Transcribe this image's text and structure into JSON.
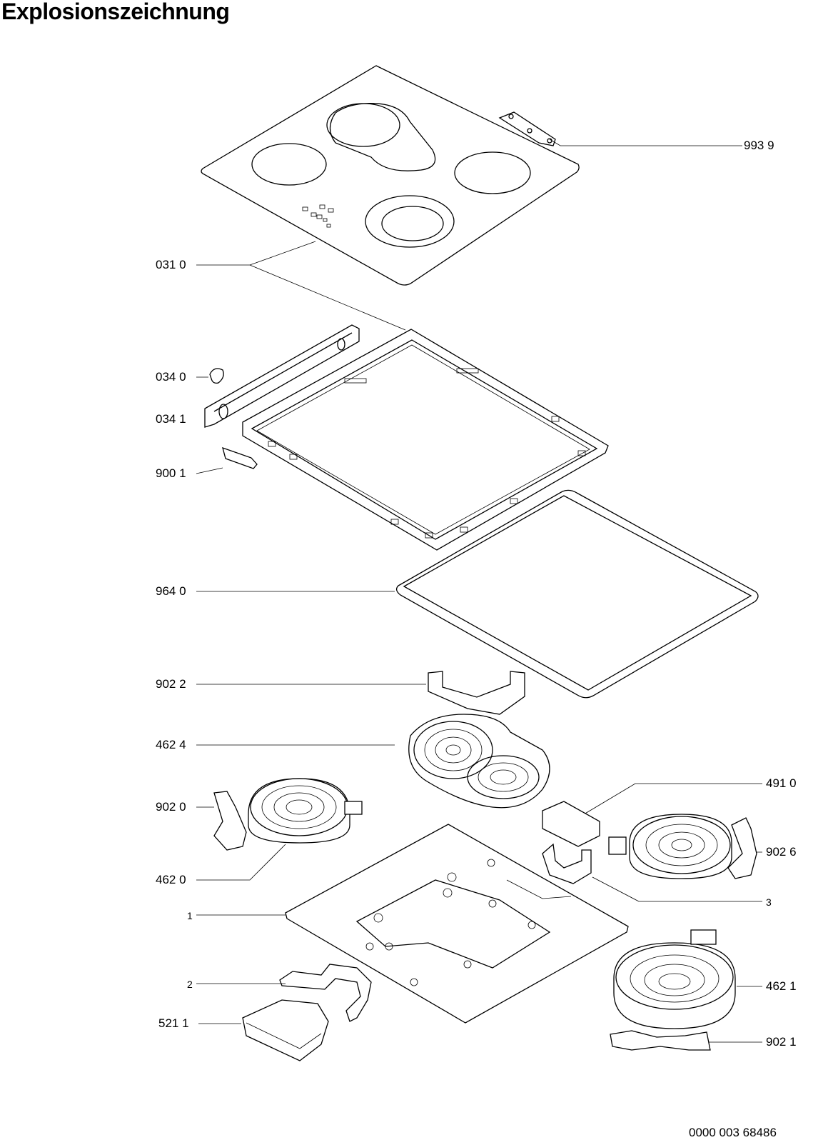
{
  "title": "Explosionszeichnung",
  "document_number": "0000 003 68486",
  "labels": {
    "p9939": "993 9",
    "p0310": "031 0",
    "p0340": "034 0",
    "p0341": "034 1",
    "p9001": "900 1",
    "p9640": "964 0",
    "p9022": "902 2",
    "p4624": "462 4",
    "p4910": "491 0",
    "p9020": "902 0",
    "p9026": "902 6",
    "p4620": "462 0",
    "p3": "3",
    "p1": "1",
    "p2": "2",
    "p4621": "462 1",
    "p5211": "521 1",
    "p9021": "902 1"
  }
}
